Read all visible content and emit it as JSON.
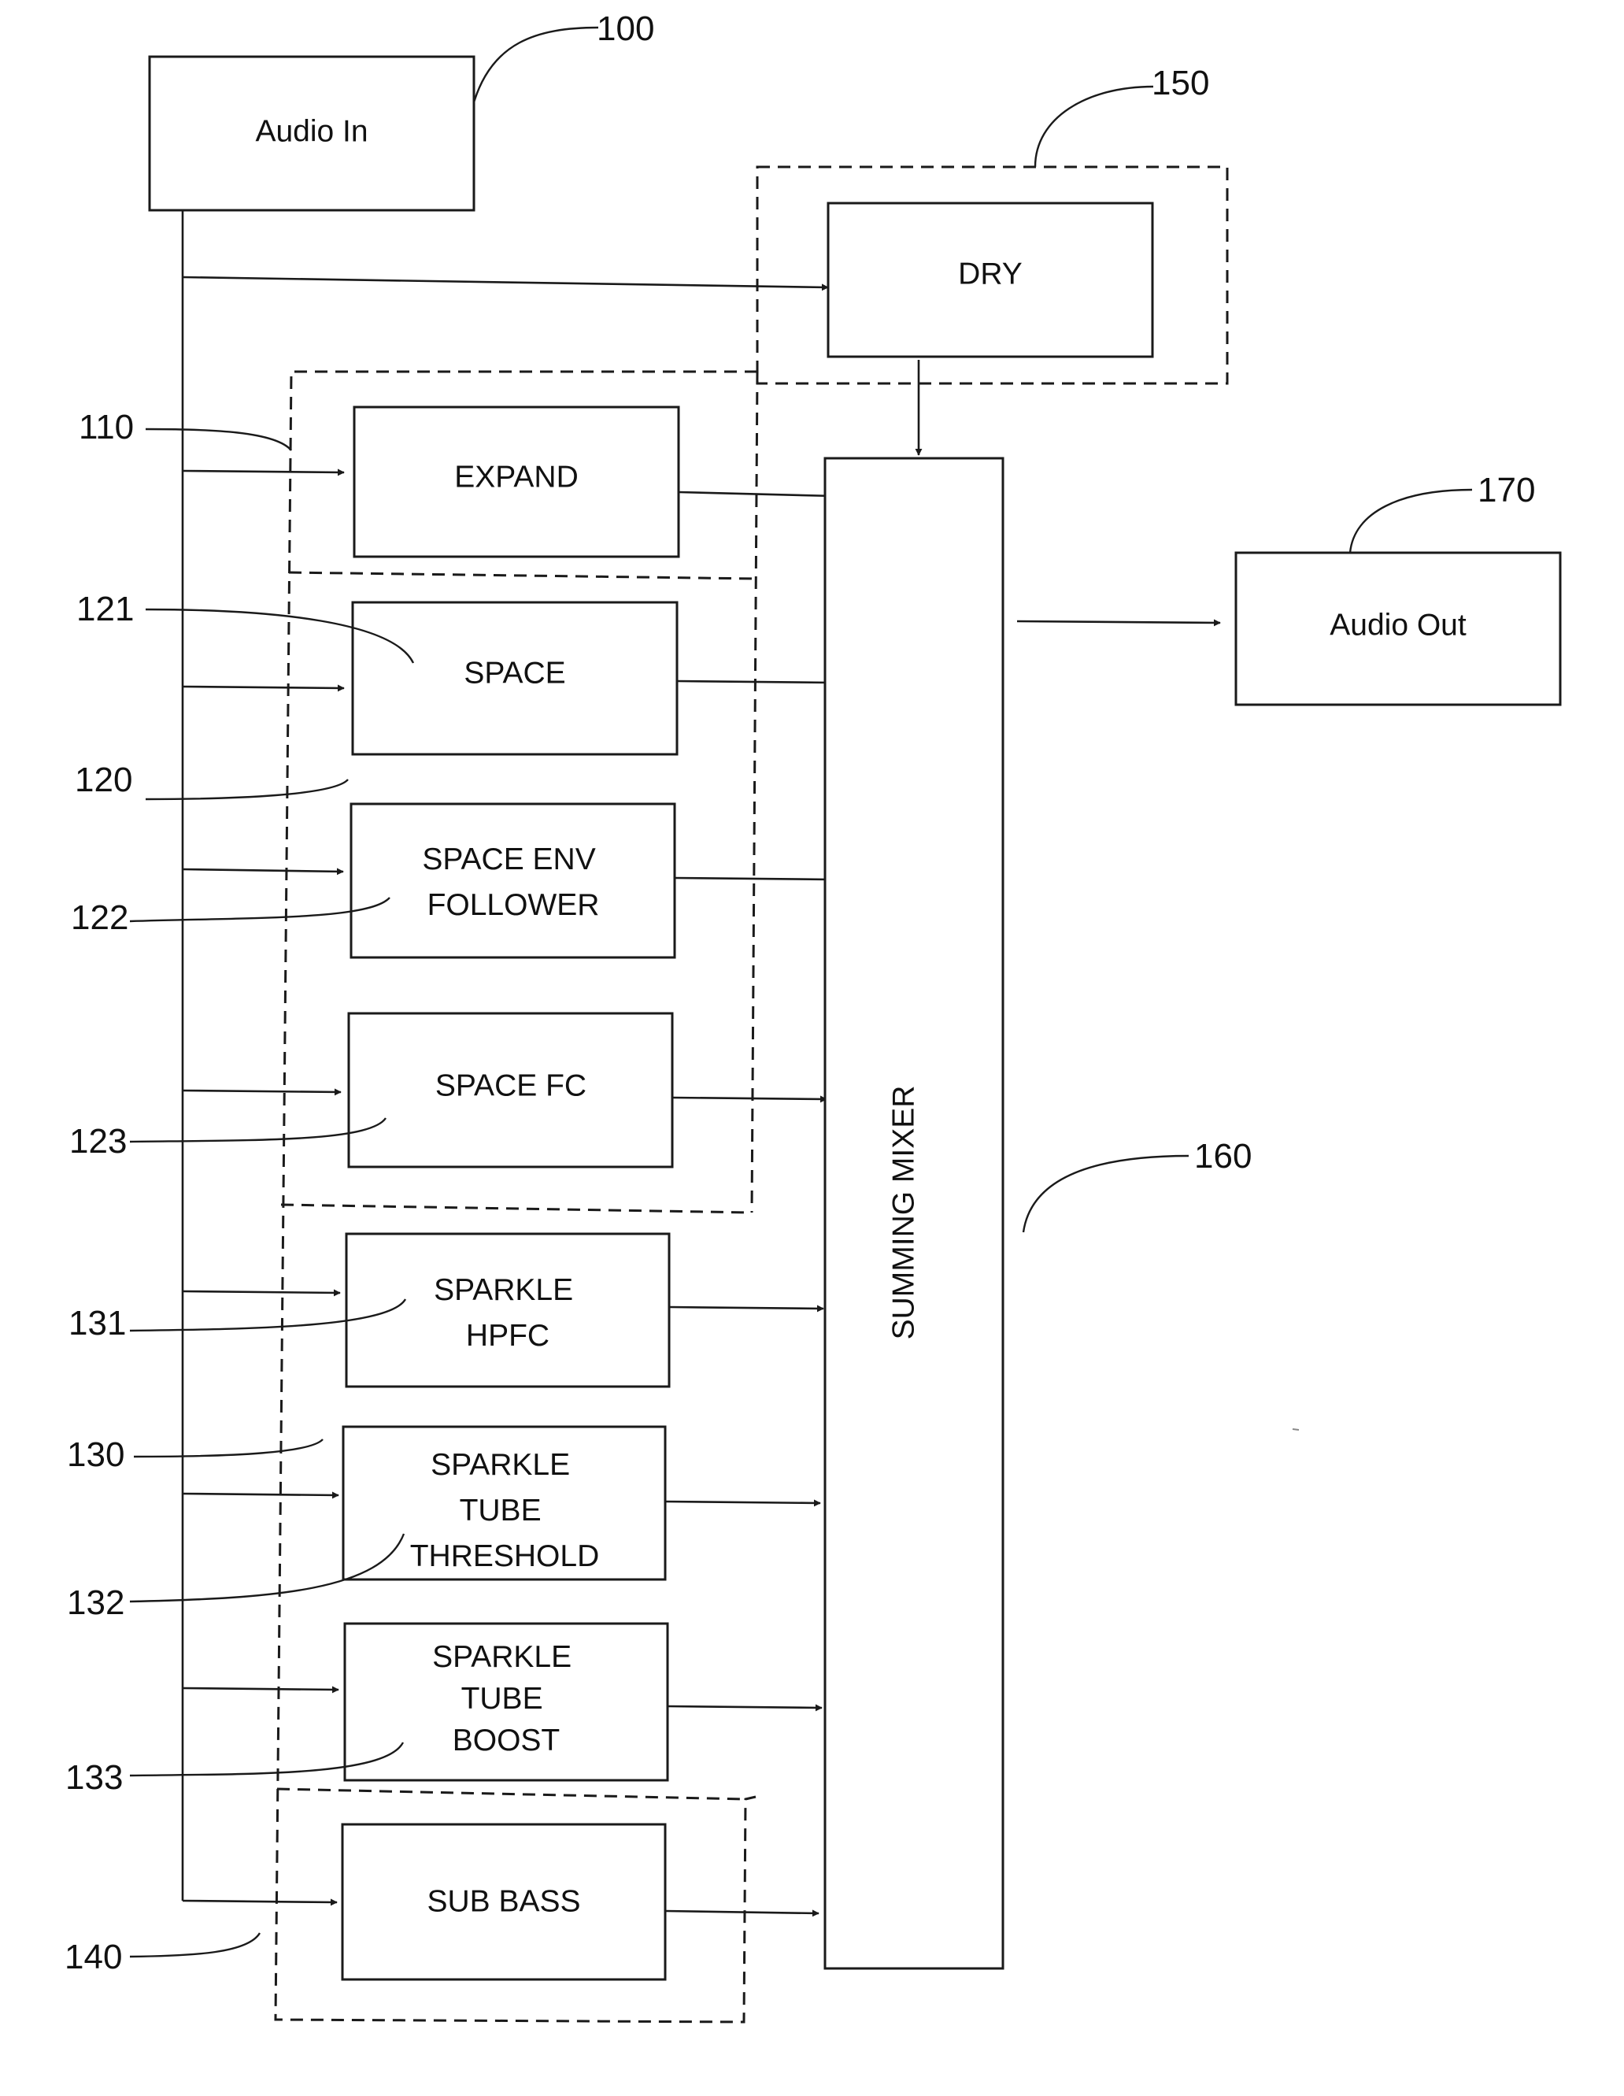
{
  "blocks": {
    "audio_in": "Audio In",
    "dry": "DRY",
    "expand": "EXPAND",
    "space": "SPACE",
    "space_env_follower": [
      "SPACE ENV",
      "FOLLOWER"
    ],
    "space_fc": "SPACE FC",
    "sparkle_hpfc": [
      "SPARKLE",
      "HPFC"
    ],
    "sparkle_tube_threshold": [
      "SPARKLE",
      "TUBE",
      "THRESHOLD"
    ],
    "sparkle_tube_boost": [
      "SPARKLE",
      "TUBE",
      "BOOST"
    ],
    "sub_bass": "SUB BASS",
    "summing_mixer": "SUMMING MIXER",
    "audio_out": "Audio Out"
  },
  "refs": {
    "audio_in": "100",
    "expand_group": "110",
    "space_group": "120",
    "space": "121",
    "space_env_follower": "122",
    "space_fc": "123",
    "sparkle_group": "130",
    "sparkle_hpfc": "131",
    "sparkle_tube_threshold": "132",
    "sparkle_tube_boost": "133",
    "sub_bass_group": "140",
    "dry_group": "150",
    "summing_mixer": "160",
    "audio_out": "170"
  }
}
